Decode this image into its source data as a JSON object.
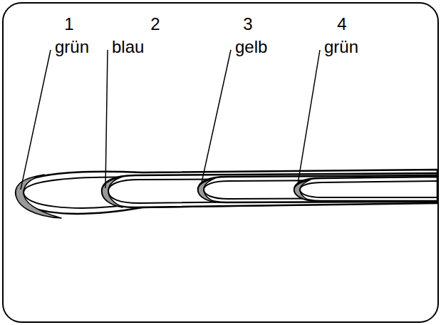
{
  "diagram": {
    "labels": [
      "1",
      "grün",
      "2",
      "blau",
      "3",
      "gelb",
      "4",
      "grün"
    ]
  }
}
